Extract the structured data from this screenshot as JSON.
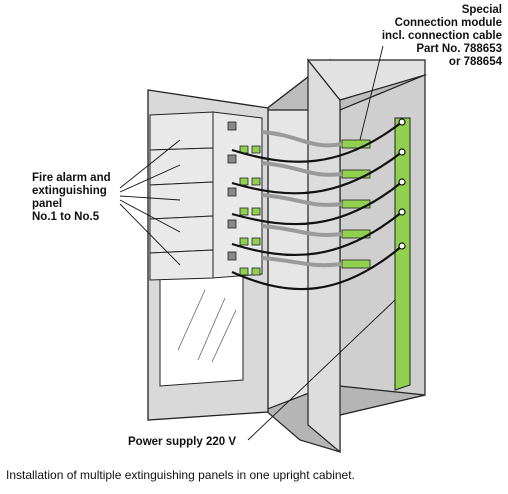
{
  "labels": {
    "connection_module": [
      "Special",
      "Connection module",
      "incl. connection cable",
      "Part No. 788653",
      "or 788654"
    ],
    "panels": [
      "Fire alarm and",
      "extinguishing",
      "panel",
      "No.1 to No.5"
    ],
    "power_supply": "Power supply 220 V"
  },
  "caption": "Installation of multiple extinguishing panels in one upright cabinet.",
  "colors": {
    "module_green": "#8fd14f",
    "cabinet_gray": "#c8c8c8",
    "outline": "#222222"
  }
}
